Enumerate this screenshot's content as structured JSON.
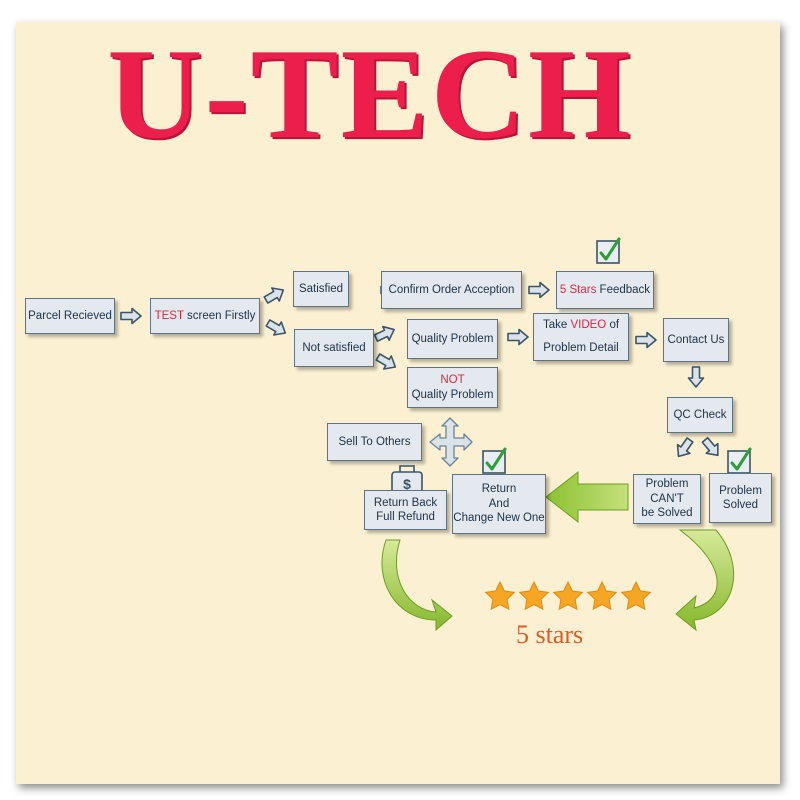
{
  "title": "U-TECH",
  "nodes": {
    "parcel": "Parcel Recieved",
    "test_red": "TEST",
    "test_rest": " screen Firstly",
    "satisfied": "Satisfied",
    "not_satisfied": "Not satisfied",
    "confirm": "Confirm Order Acception",
    "feedback_red": "5 Stars",
    "feedback_rest": " Feedback",
    "quality": "Quality Problem",
    "not_quality_red": "NOT",
    "not_quality_rest": "Quality Problem",
    "take_pre": "Take ",
    "take_red": "VIDEO",
    "take_post": " of",
    "take_line2": "Problem Detail",
    "contact": "Contact Us",
    "qc": "QC Check",
    "sell": "Sell To Others",
    "return_back_l1": "Return Back",
    "return_back_l2": "Full Refund",
    "return_change_l1": "Return",
    "return_change_l2": "And",
    "return_change_l3": "Change New One",
    "cant_l1": "Problem",
    "cant_l2": "CAN'T",
    "cant_l3": "be Solved",
    "solved_l1": "Problem",
    "solved_l2": "Solved"
  },
  "stars_label": "5 stars",
  "colors": {
    "title": "#ec1e4b",
    "background": "#fbf1d2",
    "box_fill": "#e3e9ee",
    "arrow_fill": "#dbe3ea",
    "arrow_stroke": "#3b5468",
    "green_arrow": "#9ccc3c",
    "star": "#f5a623",
    "highlight": "#e02840"
  },
  "icons": [
    "checkbox-icon",
    "money-bag-icon",
    "star-icon"
  ]
}
